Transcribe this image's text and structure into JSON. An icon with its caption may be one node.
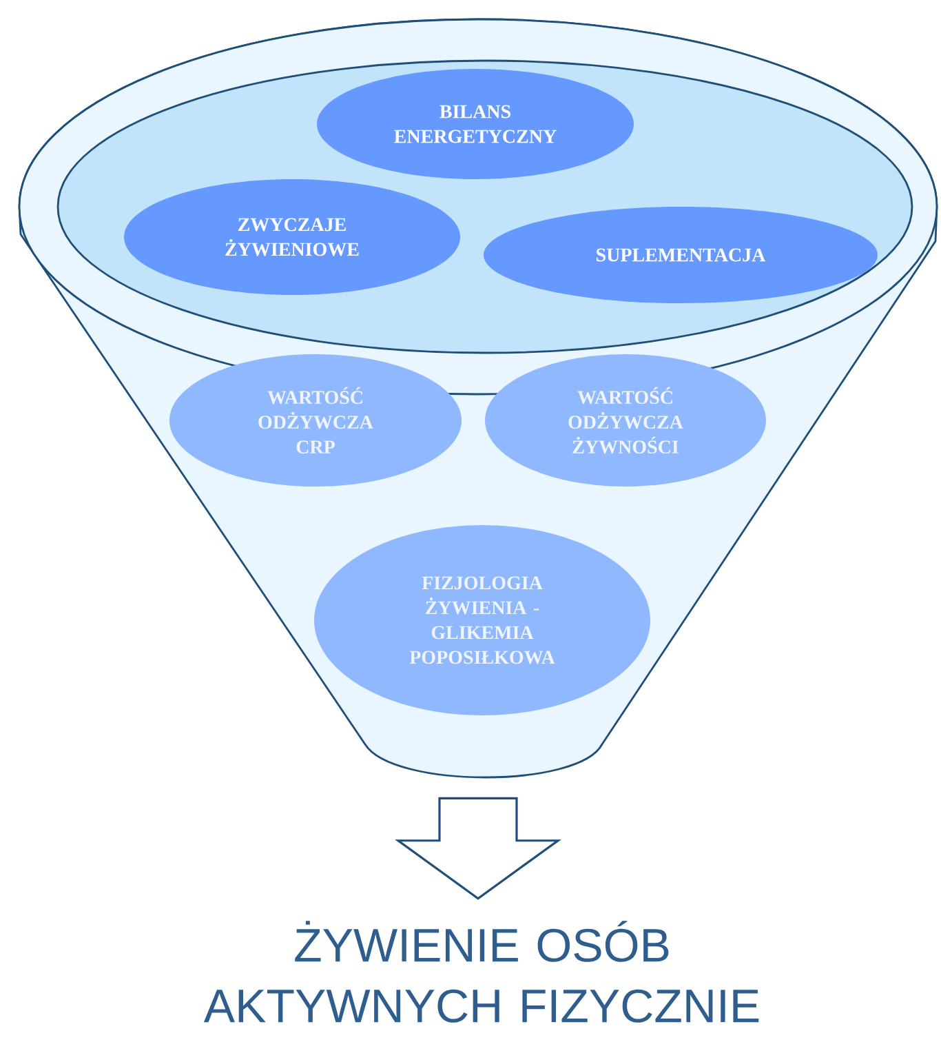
{
  "diagram": {
    "nodes": [
      {
        "text": [],
        "shape": "funnel"
      },
      {
        "text": [],
        "shape": "ellipse",
        "in": 0
      },
      {
        "text": [
          "BILANS ENERGETYCZNY"
        ],
        "in": 1
      },
      {
        "text": [
          "ZWYCZAJE ŻYWIENIOWE"
        ],
        "in": 1
      },
      {
        "text": [
          "SUPLEMENTACJA"
        ],
        "in": 1
      },
      {
        "text": [
          "WARTOŚĆ ODŻYWCZA CRP"
        ],
        "in": 0
      },
      {
        "text": [
          "WARTOŚĆ ODŻYWCZA ŻYWNOŚCI"
        ],
        "in": 0
      },
      {
        "text": [
          "FIZJOLOGIA ŻYWIENIA - GLIKEMIA POPOSIŁKOWA"
        ],
        "in": 0
      },
      {
        "text": [
          "ŻYWIENIE OSÓB AKTYWNYCH FIZYCZNIE"
        ]
      }
    ],
    "edges": [
      {
        "from": 0,
        "to": 8,
        "arrow": "to"
      }
    ]
  }
}
